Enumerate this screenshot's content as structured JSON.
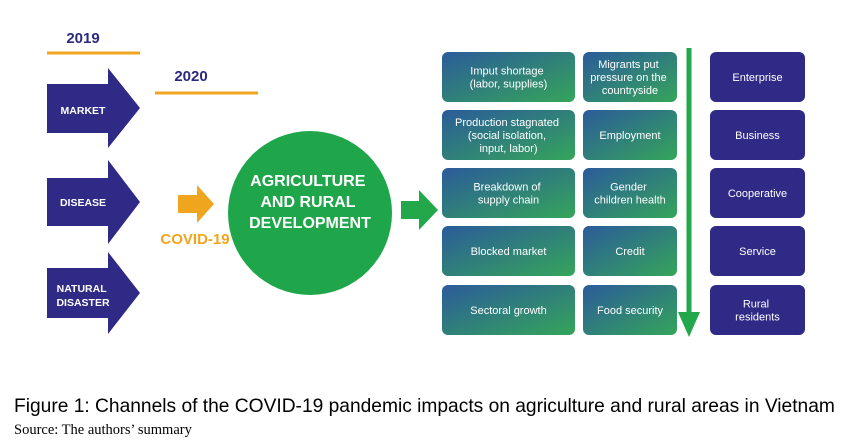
{
  "timeline": {
    "year_1": "2019",
    "year_2": "2020"
  },
  "drivers": {
    "market": "MARKET",
    "disease": "DISEASE",
    "natural_disaster": [
      "NATURAL",
      "DISASTER"
    ]
  },
  "trigger": {
    "label": "COVID-19"
  },
  "center": {
    "lines": [
      "AGRICULTURE",
      "AND RURAL",
      "DEVELOPMENT"
    ]
  },
  "impacts": {
    "column1": [
      {
        "lines": [
          "Imput shortage",
          "(labor, supplies)"
        ]
      },
      {
        "lines": [
          "Production stagnated",
          "(social isolation,",
          "input, labor)"
        ]
      },
      {
        "lines": [
          "Breakdown of",
          "supply chain"
        ]
      },
      {
        "lines": [
          "Blocked market"
        ]
      },
      {
        "lines": [
          "Sectoral growth"
        ]
      }
    ],
    "column2": [
      {
        "lines": [
          "Migrants put",
          "pressure on the",
          "countryside"
        ]
      },
      {
        "lines": [
          "Employment"
        ]
      },
      {
        "lines": [
          "Gender",
          "children health"
        ]
      },
      {
        "lines": [
          "Credit"
        ]
      },
      {
        "lines": [
          "Food security"
        ]
      }
    ]
  },
  "affected": [
    {
      "lines": [
        "Enterprise"
      ]
    },
    {
      "lines": [
        "Business"
      ]
    },
    {
      "lines": [
        "Cooperative"
      ]
    },
    {
      "lines": [
        "Service"
      ]
    },
    {
      "lines": [
        "Rural",
        "residents"
      ]
    }
  ],
  "caption": {
    "figure": "Figure 1: Channels of the COVID-19 pandemic impacts on agriculture and rural areas in Vietnam",
    "source": "Source: The authors’ summary"
  },
  "colors": {
    "navy": "#2e2a86",
    "orange": "#f0a51e",
    "green": "#1fa64b",
    "flow_green": "#22a84a",
    "box_gradient_start": "#2b5b9a",
    "box_gradient_end": "#35a55a"
  }
}
